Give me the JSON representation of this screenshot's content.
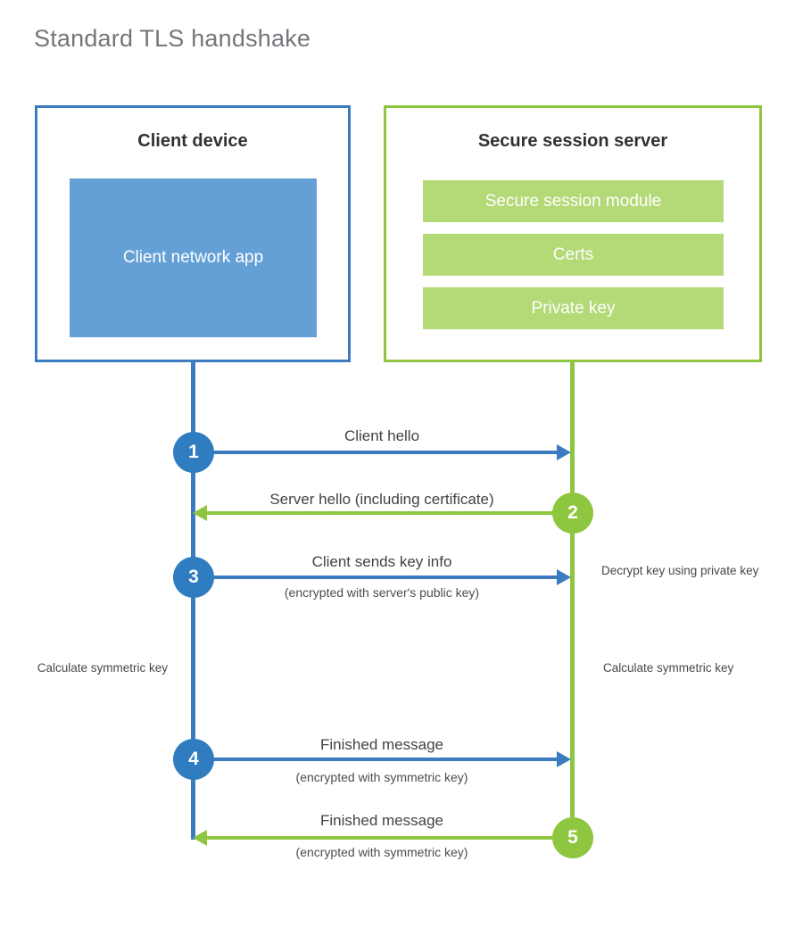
{
  "page": {
    "title": "Standard TLS handshake",
    "background": "#ffffff"
  },
  "colors": {
    "blue_border": "#3b7cc0",
    "blue_fill": "#64a0d6",
    "blue_circle": "#2f7dc0",
    "green_border": "#8fc63f",
    "green_fill": "#b4d977",
    "title_gray": "#73777b",
    "text_gray": "#404346"
  },
  "client": {
    "title": "Client device",
    "app_label": "Client network app"
  },
  "server": {
    "title": "Secure session server",
    "blocks": [
      {
        "label": "Secure session module"
      },
      {
        "label": "Certs"
      },
      {
        "label": "Private key"
      }
    ]
  },
  "steps": [
    {
      "number": "1",
      "label": "Client hello",
      "sublabel": "",
      "direction": "client-to-server",
      "color": "blue"
    },
    {
      "number": "2",
      "label": "Server hello (including certificate)",
      "sublabel": "",
      "direction": "server-to-client",
      "color": "green"
    },
    {
      "number": "3",
      "label": "Client sends key info",
      "sublabel": "(encrypted with server's public key)",
      "direction": "client-to-server",
      "color": "blue"
    },
    {
      "number": "4",
      "label": "Finished message",
      "sublabel": "(encrypted with symmetric key)",
      "direction": "client-to-server",
      "color": "blue"
    },
    {
      "number": "5",
      "label": "Finished message",
      "sublabel": "(encrypted with symmetric key)",
      "direction": "server-to-client",
      "color": "green"
    }
  ],
  "notes": {
    "server_decrypt": "Decrypt key using private key",
    "client_calculate": "Calculate symmetric key",
    "server_calculate": "Calculate symmetric key"
  }
}
